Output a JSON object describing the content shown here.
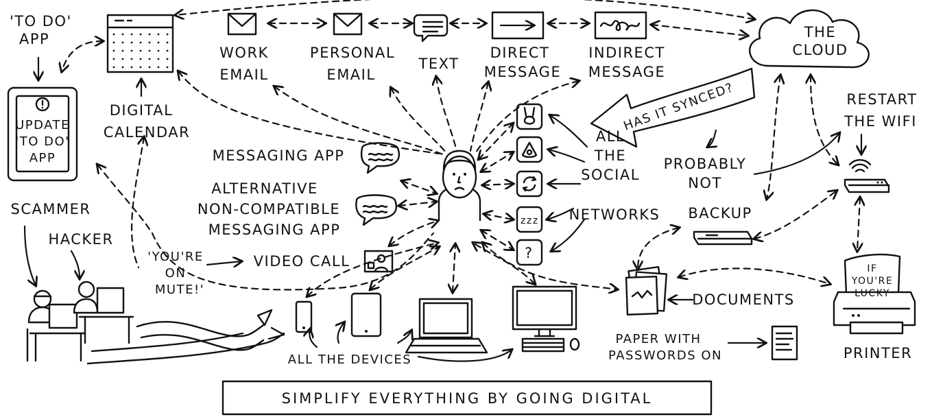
{
  "labels": {
    "todo_app": [
      "'TO DO'",
      "APP"
    ],
    "update_todo": [
      "UPDATE",
      "'TO DO'",
      "APP"
    ],
    "digital_calendar": [
      "DIGITAL",
      "CALENDAR"
    ],
    "work_email": [
      "WORK",
      "EMAIL"
    ],
    "personal_email": [
      "PERSONAL",
      "EMAIL"
    ],
    "text": "TEXT",
    "direct_message": [
      "DIRECT",
      "MESSAGE"
    ],
    "indirect_message": [
      "INDIRECT",
      "MESSAGE"
    ],
    "the_cloud": [
      "THE",
      "CLOUD"
    ],
    "has_it_synced": "HAS IT SYNCED?",
    "restart_wifi": [
      "RESTART",
      "THE WIFI"
    ],
    "probably_not": [
      "PROBABLY",
      "NOT"
    ],
    "backup": "BACKUP",
    "all_social": [
      "ALL",
      "THE",
      "SOCIAL",
      "NETWORKS"
    ],
    "messaging_app": "MESSAGING APP",
    "alt_messaging": [
      "ALTERNATIVE",
      "NON-COMPATIBLE",
      "MESSAGING APP"
    ],
    "scammer": "SCAMMER",
    "hacker": "HACKER",
    "youre_on_mute": [
      "'YOU'RE",
      "ON",
      "MUTE!'"
    ],
    "video_call": "VIDEO CALL",
    "all_devices": "ALL THE DEVICES",
    "documents": "DOCUMENTS",
    "paper_passwords": [
      "PAPER WITH",
      "PASSWORDS ON"
    ],
    "printer": "PRINTER",
    "if_lucky": [
      "IF",
      "YOU'RE",
      "LUCKY"
    ],
    "zzz": "zzz",
    "question": "?"
  },
  "caption": "SIMPLIFY EVERYTHING BY GOING DIGITAL"
}
